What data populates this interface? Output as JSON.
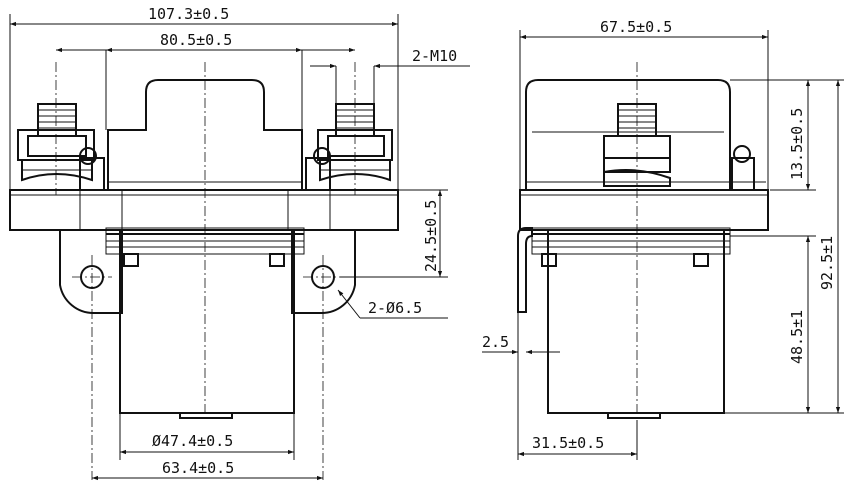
{
  "front_view": {
    "dims": {
      "overall_width": "107.3±0.5",
      "terminal_spacing": "80.5±0.5",
      "thread": "2-M10",
      "mount_height": "24.5±0.5",
      "hole": "2-Ø6.5",
      "body_diameter": "Ø47.4±0.5",
      "hole_spacing": "63.4±0.5"
    }
  },
  "side_view": {
    "dims": {
      "width": "67.5±0.5",
      "cap_height": "13.5±0.5",
      "total_height": "92.5±1",
      "body_height": "48.5±1",
      "bracket_thickness": "2.5",
      "bracket_offset": "31.5±0.5"
    }
  }
}
